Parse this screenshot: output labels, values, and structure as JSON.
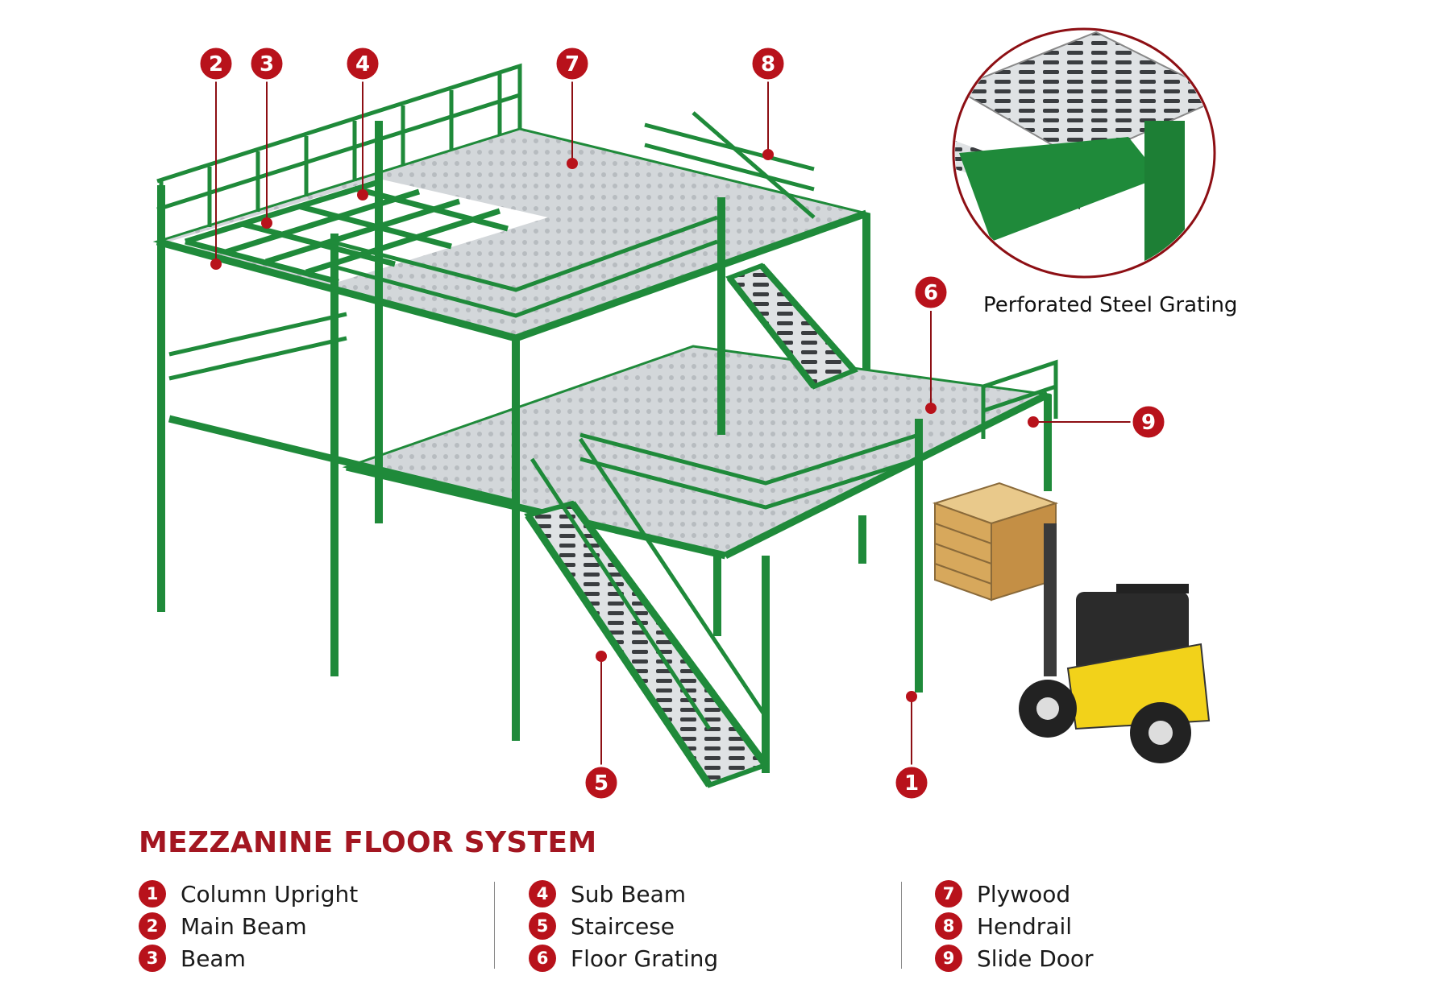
{
  "title": "MEZZANINE FLOOR SYSTEM",
  "inset_caption": "Perforated Steel Grating",
  "callouts": [
    "1",
    "2",
    "3",
    "4",
    "5",
    "6",
    "7",
    "8",
    "9"
  ],
  "legend": {
    "col1": [
      {
        "num": "1",
        "label": "Column Upright"
      },
      {
        "num": "2",
        "label": "Main Beam"
      },
      {
        "num": "3",
        "label": "Beam"
      }
    ],
    "col2": [
      {
        "num": "4",
        "label": "Sub Beam"
      },
      {
        "num": "5",
        "label": "Staircese"
      },
      {
        "num": "6",
        "label": "Floor Grating"
      }
    ],
    "col3": [
      {
        "num": "7",
        "label": "Plywood"
      },
      {
        "num": "8",
        "label": "Hendrail"
      },
      {
        "num": "9",
        "label": "Slide Door"
      }
    ]
  },
  "colors": {
    "steel_green": "#1f8a3a",
    "accent_red": "#b8121b",
    "grating_gray": "#cfd3d6",
    "forklift_yellow": "#f2d21a"
  }
}
